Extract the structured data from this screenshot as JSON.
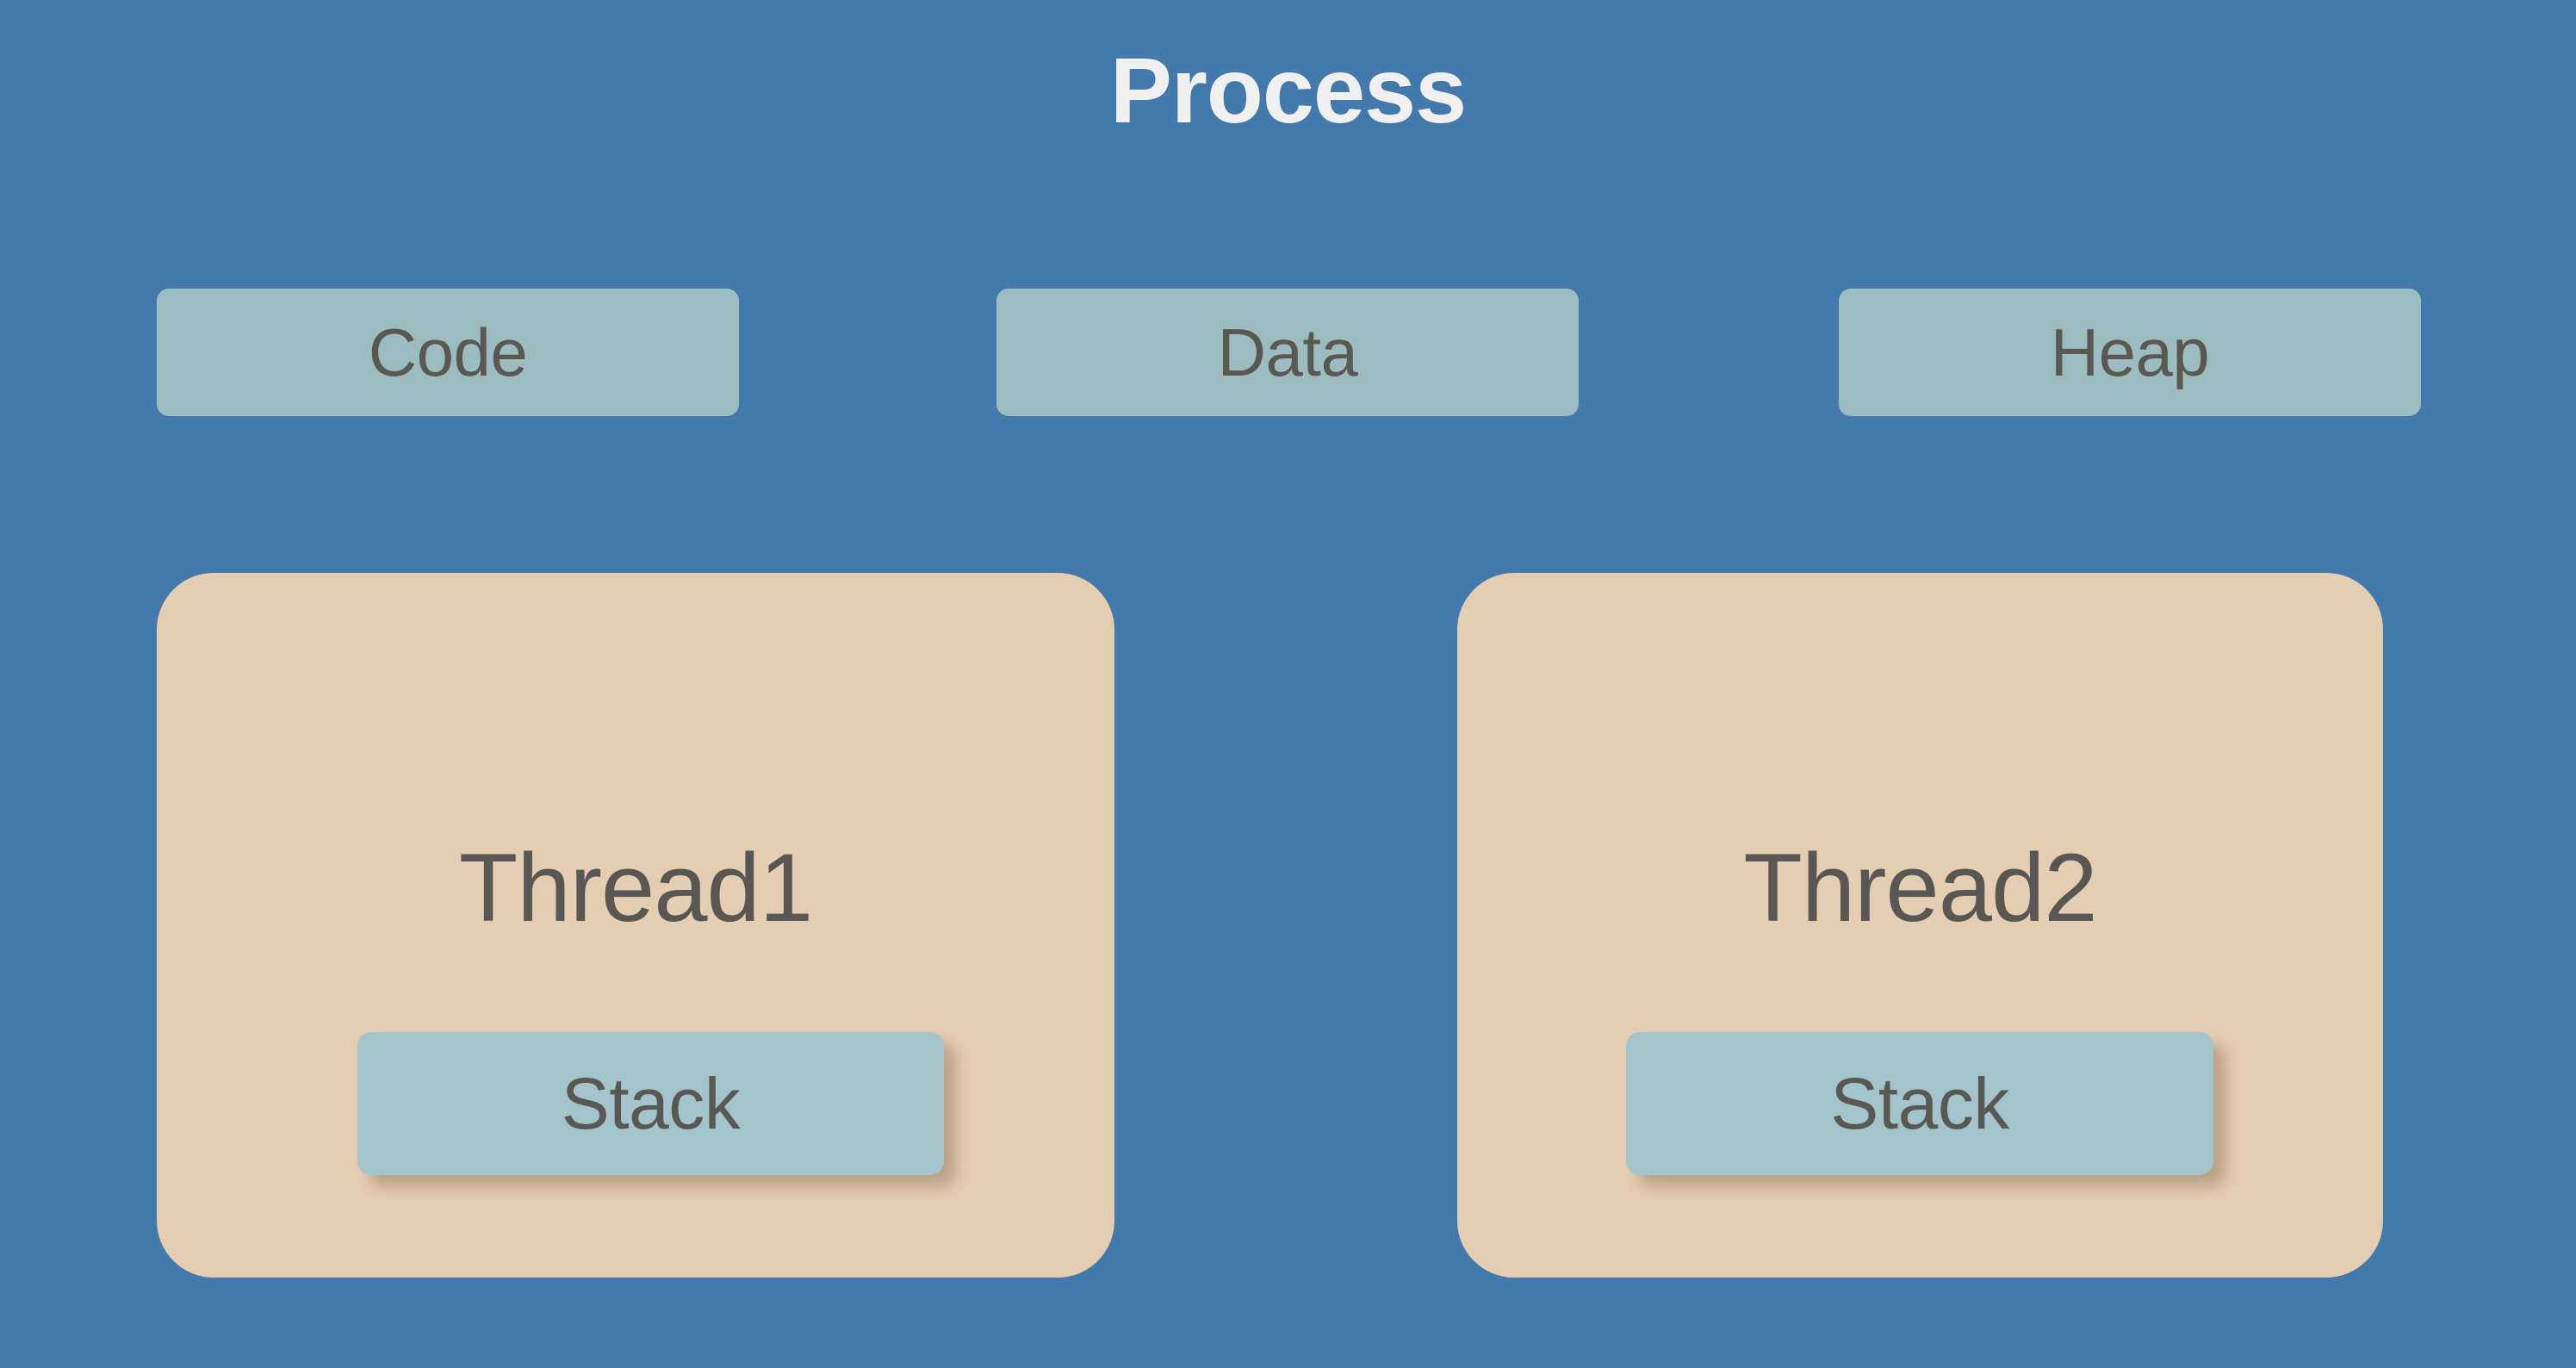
{
  "diagram": {
    "title": "Process",
    "background_color": "#4479AB",
    "title_color": "#F0F0F0",
    "segments": [
      {
        "label": "Code",
        "color": "#9CBCC0"
      },
      {
        "label": "Data",
        "color": "#9CBCC0"
      },
      {
        "label": "Heap",
        "color": "#9CBCC0"
      }
    ],
    "threads": [
      {
        "label": "Thread1",
        "color": "#E5CDB3",
        "stack": {
          "label": "Stack",
          "color": "#A3C4CC"
        }
      },
      {
        "label": "Thread2",
        "color": "#E5CDB3",
        "stack": {
          "label": "Stack",
          "color": "#A3C4CC"
        }
      }
    ]
  }
}
